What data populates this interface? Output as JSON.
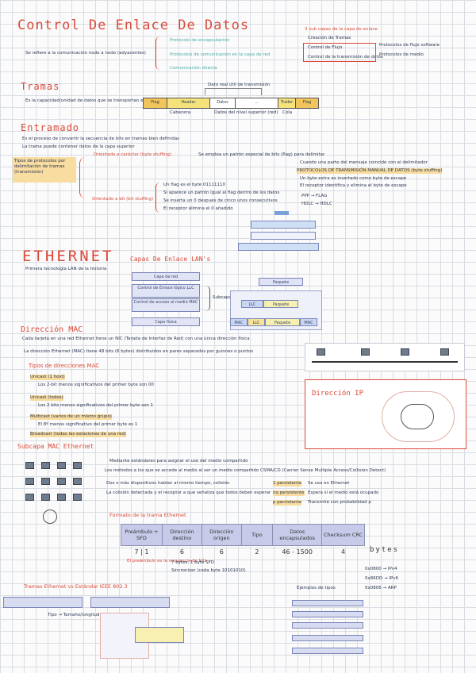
{
  "title": "Control De Enlace De Datos",
  "intro": {
    "text": "Se refiere a la comunicación nodo a nodo (adyacentes)",
    "bullets": [
      "Protocolo de encapsulación",
      "Protocolos de comunicación en la capa de red",
      "Comunicación directa"
    ]
  },
  "top_right": {
    "heading": "3 sub capas de la capa de enlace",
    "items": [
      "Creación de Tramas",
      "Control de Flujo",
      "Control de la transmisión de datos"
    ],
    "notes": [
      "Protocolos de flujo software",
      "Protocolos de medio"
    ]
  },
  "tramas": {
    "heading": "Tramas",
    "text": "Es la capacidad/unidad de datos que se transportan en forma",
    "frame_top_label": "Dato real útil de transmisión",
    "segments": [
      "Flag",
      "Header",
      "Datos",
      "...",
      "Trailer",
      "Flag"
    ],
    "under_labels": [
      "Cabecera",
      "Datos del nivel superior (red)",
      "Cola"
    ]
  },
  "entramado": {
    "heading": "Entramado",
    "line1": "Es el proceso de convertir la secuencia de bits en tramas bien definidas",
    "line2": "La trama puede contener datos de la capa superior",
    "left_box": "Tipos de protocolos por delimitación de tramas (transmisión)",
    "caracter_label": "Orientado a carácter (byte stuffing)",
    "caracter_notes": [
      "Se emplea un patrón especial de bits (flag) para delimitar",
      "Cuando una parte del mensaje coincide con el delimitador",
      "PROTOCOLOS DE TRANSMISIÓN MANUAL DE DATOS (byte stuffing)",
      "Un byte extra es insertado como byte de escape",
      "El receptor identifica y elimina el byte de escape"
    ],
    "bit_label": "Orientado a bit (bit stuffing)",
    "bit_notes": [
      "Un flag es el byte 01111110",
      "Si aparece un patrón igual al flag dentro de los datos",
      "Se inserta un 0 después de cinco unos consecutivos",
      "El receptor elimina el 0 añadido"
    ],
    "ppp": [
      "PPP → FLAG",
      "HDLC → HDLC"
    ]
  },
  "ethernet": {
    "heading": "ETHERNET",
    "text": "Primera tecnología LAN de la historia",
    "capas_title": "Capas De Enlace LAN's",
    "stack": [
      "Capa de red",
      "Control de Enlace lógico LLC",
      "Control de acceso al medio MAC",
      "Capa física"
    ],
    "stack_note": "Subcapas",
    "diag_top": "Paquete",
    "diag_mid": [
      "LLC",
      "Paquete"
    ],
    "diag_bot": [
      "MAC",
      "LLC",
      "Paquete",
      "MAC"
    ]
  },
  "mac": {
    "heading": "Dirección MAC",
    "line1": "Cada tarjeta en una red Ethernet tiene un NIC (Tarjeta de Interfaz de Red) con una única dirección física",
    "line2": "La dirección Ethernet (MAC) tiene 48 bits (6 bytes) distribuidos en pares separados por guiones o puntos",
    "tipos_heading": "Tipos de direcciones MAC",
    "tipos": [
      "Unicast (1 host)",
      "Los 2-bit menos significativos del primer byte son 00",
      "Unicast (todos)",
      "Los 2 bits menos significativos del primer byte son 1",
      "Multicast (varios de un mismo grupo)",
      "El 8º menos significativo del primer byte es 1",
      "Broadcast (todas las estaciones de una red)"
    ],
    "dir_ip": "Dirección IP"
  },
  "subcapa": {
    "heading": "Subcapa MAC Ethernet",
    "line1": "Mediante estándares para asignar el uso del medio compartido",
    "line2": "Los métodos a los que se accede al medio al ser un medio compartido CSMA/CD (Carrier Sense Multiple Access/Collision Detect)",
    "line3": "Dos o más dispositivos hablan al mismo tiempo, colisión",
    "line4": "La colisión detectada y el receptor a que señaliza que todos deben esperar",
    "right_items": [
      "1 persistente",
      "no persistente",
      "p persistente"
    ],
    "right_notes": [
      "Se usa en Ethernet",
      "Espera si el medio está ocupado",
      "Transmite con probabilidad p"
    ]
  },
  "formato": {
    "heading": "Formato de la trama Ethernet",
    "columns": [
      "Preámbulo + SFD",
      "Dirección destino",
      "Dirección origen",
      "Tipo",
      "Datos encapsulados",
      "Checksum CRC"
    ],
    "sizes": [
      "7 | 1",
      "6",
      "6",
      "2",
      "46 - 1500",
      "4"
    ],
    "unit": "bytes",
    "notes_left": [
      "El preámbulo es la secuencia de bits",
      "7 bytes, 1 byte SFD",
      "Sincronizar (cada byte 10101010)"
    ],
    "notes_mid": [
      "Ejemplos de tipos"
    ],
    "tipos_list": [
      "0x0800 → IPv4",
      "0x86DD → IPv6",
      "0x0806 → ARP"
    ]
  },
  "ieee": {
    "heading": "Tramas Ethernet vs Estándar IEEE 802.3",
    "tipo_label": "Tipo → Tamaño/longitud"
  }
}
